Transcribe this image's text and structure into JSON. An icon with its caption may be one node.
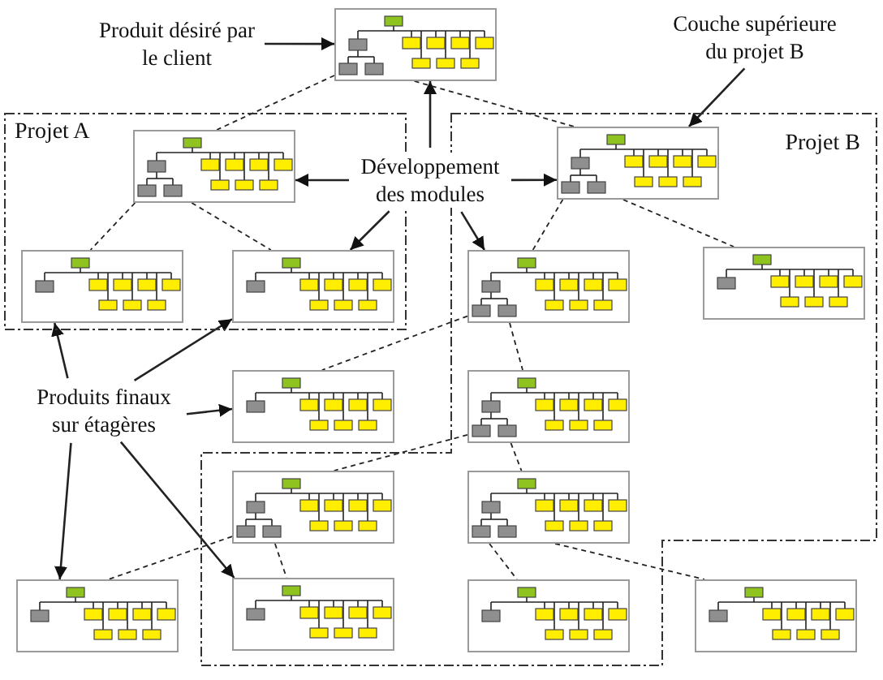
{
  "diagram": {
    "nodes": [
      {
        "text": [
          "Produit désiré par le client"
        ]
      },
      {
        "text": [],
        "shape": "box"
      },
      {
        "text": [
          "Couche supérieure du projet B"
        ]
      },
      {
        "text": [
          "Projet A"
        ]
      },
      {
        "text": [],
        "shape": "box",
        "in": 3
      },
      {
        "text": [
          "Développement des modules"
        ]
      },
      {
        "text": [
          "Projet B"
        ]
      },
      {
        "text": [],
        "shape": "box",
        "in": 6
      },
      {
        "text": [],
        "shape": "box",
        "in": 3
      },
      {
        "text": [],
        "shape": "box",
        "in": 3
      },
      {
        "text": [],
        "shape": "box",
        "in": 6
      },
      {
        "text": [],
        "shape": "box",
        "in": 6
      },
      {
        "text": [
          "Produits finaux sur étagères"
        ]
      },
      {
        "text": [],
        "shape": "box"
      },
      {
        "text": [],
        "shape": "box",
        "in": 6
      },
      {
        "text": [],
        "shape": "box",
        "in": 6
      },
      {
        "text": [],
        "shape": "box",
        "in": 6
      },
      {
        "text": [],
        "shape": "box"
      },
      {
        "text": [],
        "shape": "box",
        "in": 6
      },
      {
        "text": [],
        "shape": "box",
        "in": 6
      },
      {
        "text": [],
        "shape": "box"
      }
    ],
    "edges": [
      {
        "from": 0,
        "to": 1,
        "arrow": "to"
      },
      {
        "from": 2,
        "to": 7,
        "arrow": "to"
      },
      {
        "from": 5,
        "to": 1,
        "arrow": "to"
      },
      {
        "from": 5,
        "to": 4,
        "arrow": "to"
      },
      {
        "from": 5,
        "to": 7,
        "arrow": "to"
      },
      {
        "from": 5,
        "to": 9,
        "arrow": "to"
      },
      {
        "from": 5,
        "to": 10,
        "arrow": "to"
      },
      {
        "from": 12,
        "to": 8,
        "arrow": "to"
      },
      {
        "from": 12,
        "to": 9,
        "arrow": "to"
      },
      {
        "from": 12,
        "to": 13,
        "arrow": "to"
      },
      {
        "from": 12,
        "to": 17,
        "arrow": "to"
      },
      {
        "from": 12,
        "to": 18,
        "arrow": "to"
      },
      {
        "from": 1,
        "to": 4,
        "arrow": "none",
        "style": "dashed"
      },
      {
        "from": 1,
        "to": 7,
        "arrow": "none",
        "style": "dashed"
      },
      {
        "from": 4,
        "to": 8,
        "arrow": "none",
        "style": "dashed"
      },
      {
        "from": 4,
        "to": 9,
        "arrow": "none",
        "style": "dashed"
      },
      {
        "from": 7,
        "to": 10,
        "arrow": "none",
        "style": "dashed"
      },
      {
        "from": 7,
        "to": 11,
        "arrow": "none",
        "style": "dashed"
      },
      {
        "from": 10,
        "to": 13,
        "arrow": "none",
        "style": "dashed"
      },
      {
        "from": 10,
        "to": 14,
        "arrow": "none",
        "style": "dashed"
      },
      {
        "from": 14,
        "to": 15,
        "arrow": "none",
        "style": "dashed"
      },
      {
        "from": 14,
        "to": 16,
        "arrow": "none",
        "style": "dashed"
      },
      {
        "from": 15,
        "to": 17,
        "arrow": "none",
        "style": "dashed"
      },
      {
        "from": 15,
        "to": 18,
        "arrow": "none",
        "style": "dashed"
      },
      {
        "from": 16,
        "to": 19,
        "arrow": "none",
        "style": "dashed"
      },
      {
        "from": 16,
        "to": 20,
        "arrow": "none",
        "style": "dashed"
      }
    ]
  }
}
